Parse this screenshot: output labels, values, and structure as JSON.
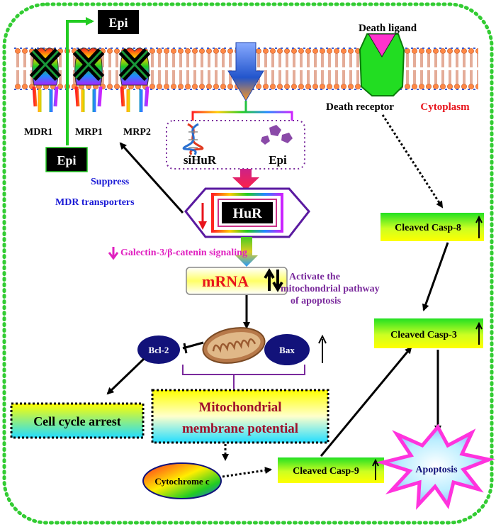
{
  "labels": {
    "death_ligand": "Death ligand",
    "death_receptor": "Death receptor",
    "cytoplasm": "Cytoplasm",
    "epi_top": "Epi",
    "epi_lower": "Epi",
    "mdr1": "MDR1",
    "mrp1": "MRP1",
    "mrp2": "MRP2",
    "sihur": "siHuR",
    "epi_drug": "Epi",
    "suppress_line1": "Suppress",
    "suppress_line2": "MDR transporters",
    "hur": "HuR",
    "galectin": "Galectin-3/β-catenin  signaling",
    "mrna": "mRNA",
    "activate_line1": "Activate the",
    "activate_line2": "mitochondrial pathway",
    "activate_line3": "of apoptosis",
    "bcl2": "Bcl-2",
    "bax": "Bax",
    "cell_cycle_arrest": "Cell cycle arrest",
    "mmp_line1": "Mitochondrial",
    "mmp_line2": "membrane  potential",
    "cytochrome_c": "Cytochrome c",
    "casp8": "Cleaved Casp-8",
    "casp3": "Cleaved Casp-3",
    "casp9": "Cleaved Casp-9",
    "apoptosis": "Apoptosis"
  },
  "colors": {
    "frame": "#33cc33",
    "membrane": "#e87a50",
    "red_text": "#e8141c",
    "blue_text": "#1a1ad6",
    "purple_text": "#7a2a9c",
    "magenta_text": "#e020c0",
    "dark_red_text": "#a0102a",
    "box_green": "#22dd22",
    "box_yellow": "#ffff00",
    "node_navy": "#12127a",
    "receptor_green": "#22dd22",
    "ligand_magenta": "#ff33cc",
    "apoptosis_star": "#ff33dd"
  }
}
